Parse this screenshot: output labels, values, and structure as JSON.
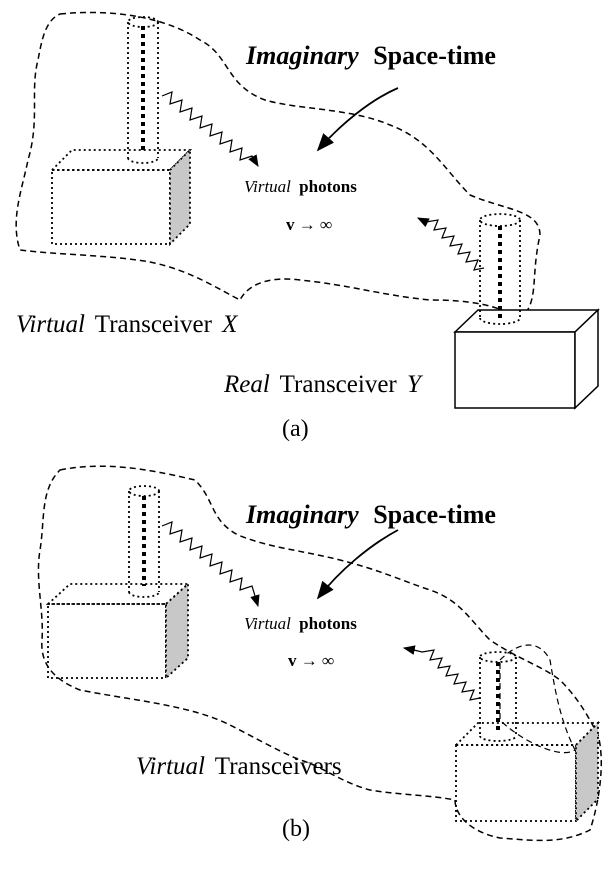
{
  "panel_a": {
    "title_italic": "Imaginary",
    "title_rest": "Space-time",
    "photons_italic": "Virtual",
    "photons_rest": "photons",
    "limit_text": "v → ∞",
    "virtual_label_italic": "Virtual",
    "virtual_label_rest": "Transceiver",
    "virtual_label_var": "X",
    "real_label_italic": "Real",
    "real_label_rest": "Transceiver",
    "real_label_var": "Y",
    "caption": "(a)"
  },
  "panel_b": {
    "title_italic": "Imaginary",
    "title_rest": "Space-time",
    "photons_italic": "Virtual",
    "photons_rest": "photons",
    "limit_text": "v → ∞",
    "label_italic": "Virtual",
    "label_rest": "Transceivers",
    "caption": "(b)"
  },
  "colors": {
    "stroke": "#000000",
    "side_face": "#c8c8c8",
    "background": "#ffffff"
  }
}
